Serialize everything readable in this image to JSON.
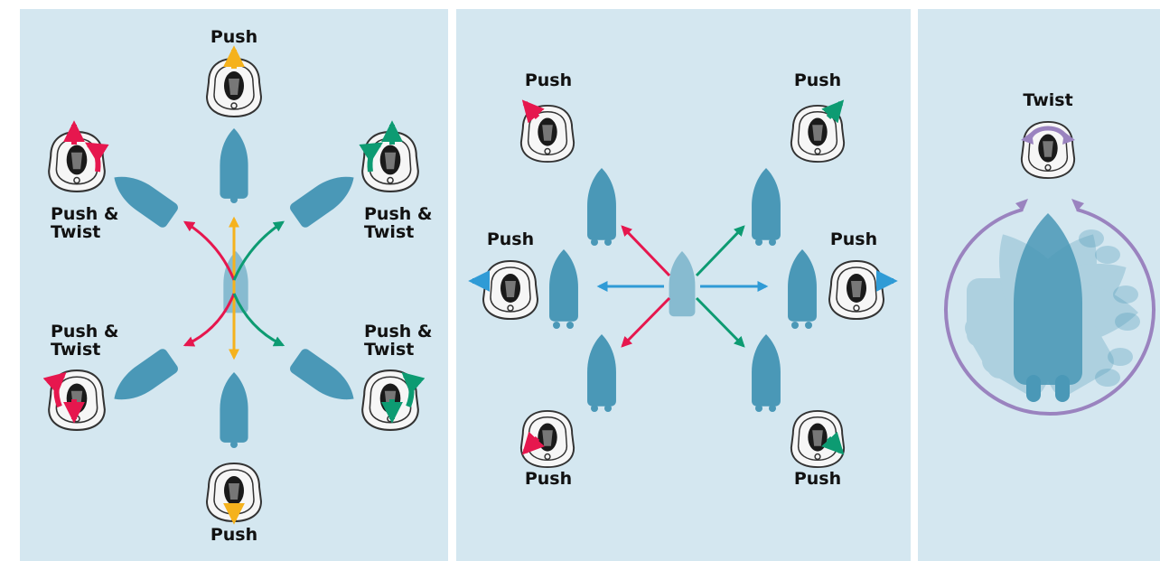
{
  "colors": {
    "background": "#d4e7f0",
    "boat": "#4a98b7",
    "boat_center": "#8ab9cf",
    "forward_back": "#f5b21d",
    "left_side": "#e6174e",
    "right_side": "#0d9b72",
    "lateral": "#2f9bd6",
    "rotation": "#9a83bf"
  },
  "panels": {
    "fore_aft": {
      "top_label": "Push",
      "bottom_label": "Push",
      "left_top_label": "Push &\nTwist",
      "right_top_label": "Push &\nTwist",
      "left_bottom_label": "Push &\nTwist",
      "right_bottom_label": "Push &\nTwist"
    },
    "lateral": {
      "top_left_label": "Push",
      "top_right_label": "Push",
      "left_label": "Push",
      "right_label": "Push",
      "bottom_left_label": "Push",
      "bottom_right_label": "Push"
    },
    "rotate": {
      "top_label": "Twist"
    }
  }
}
